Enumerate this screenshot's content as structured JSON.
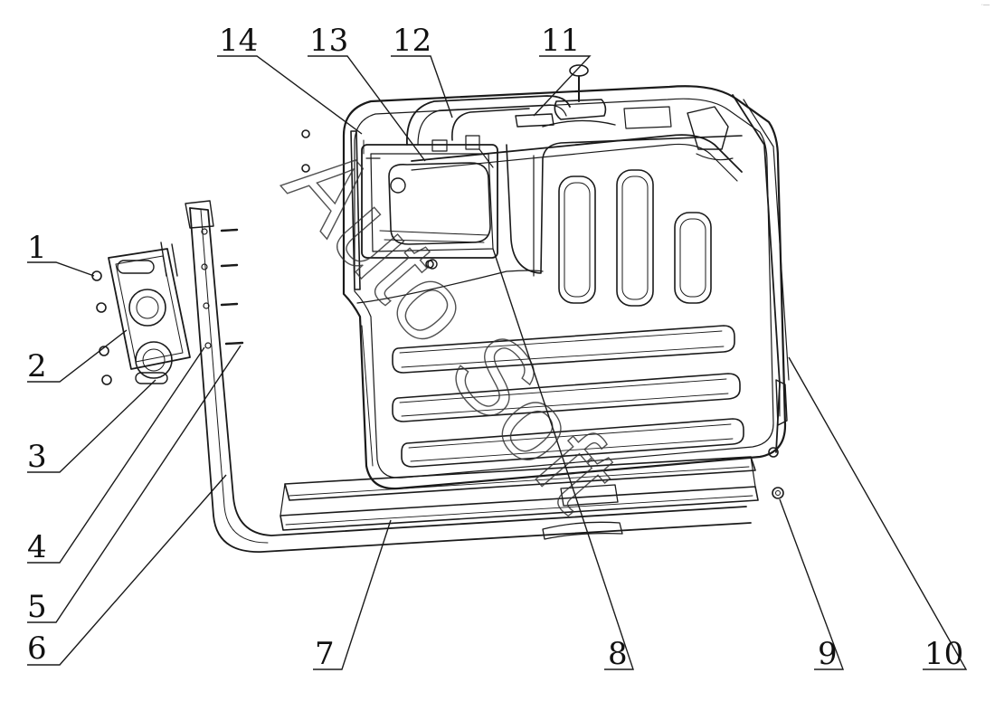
{
  "diagram": {
    "type": "exploded-parts-diagram",
    "callouts": [
      "1",
      "2",
      "3",
      "4",
      "5",
      "6",
      "7",
      "8",
      "9",
      "10",
      "11",
      "12",
      "13",
      "14"
    ],
    "watermark": "Auto Soft",
    "corner_mark": "·—"
  },
  "colors": {
    "line": "#1a1a1a",
    "background": "#ffffff",
    "watermark": "#333333"
  }
}
